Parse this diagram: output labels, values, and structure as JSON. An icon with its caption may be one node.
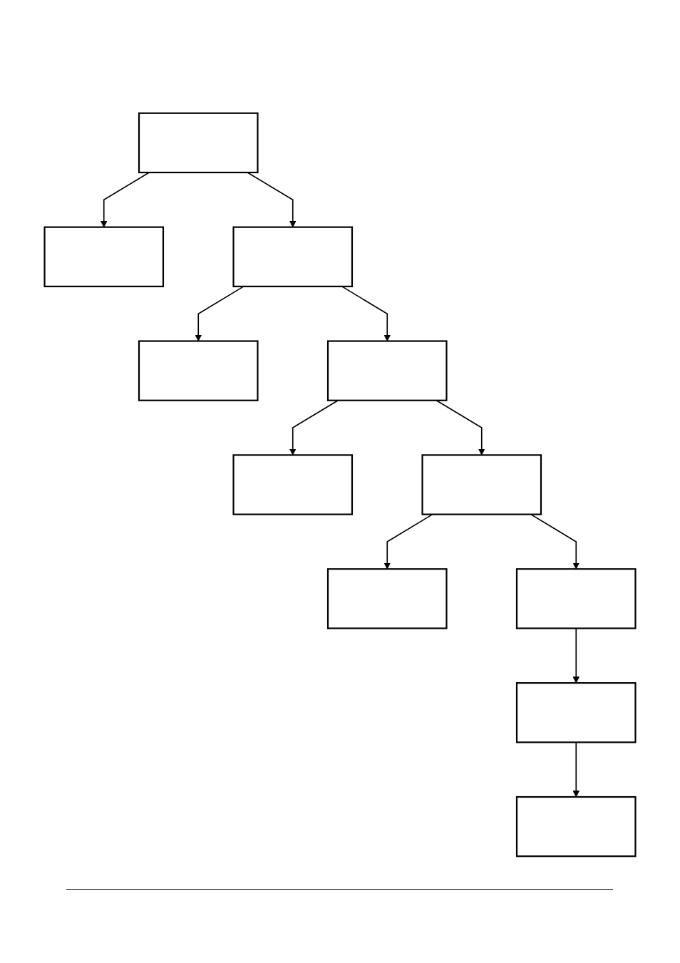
{
  "diagram": {
    "nodes": [
      {
        "text": [],
        "shape": "box"
      },
      {
        "text": [],
        "shape": "box"
      },
      {
        "text": [],
        "shape": "box"
      },
      {
        "text": [],
        "shape": "box"
      },
      {
        "text": [],
        "shape": "box"
      },
      {
        "text": [],
        "shape": "box"
      },
      {
        "text": [],
        "shape": "box"
      },
      {
        "text": [],
        "shape": "box"
      },
      {
        "text": [],
        "shape": "box"
      },
      {
        "text": [],
        "shape": "box"
      },
      {
        "text": [],
        "shape": "box"
      }
    ],
    "edges": [
      {
        "from": 0,
        "to": 1,
        "arrow": "to"
      },
      {
        "from": 0,
        "to": 2,
        "arrow": "to"
      },
      {
        "from": 2,
        "to": 3,
        "arrow": "to"
      },
      {
        "from": 2,
        "to": 4,
        "arrow": "to"
      },
      {
        "from": 4,
        "to": 5,
        "arrow": "to"
      },
      {
        "from": 4,
        "to": 6,
        "arrow": "to"
      },
      {
        "from": 6,
        "to": 7,
        "arrow": "to"
      },
      {
        "from": 6,
        "to": 8,
        "arrow": "to"
      },
      {
        "from": 8,
        "to": 9,
        "arrow": "to"
      },
      {
        "from": 9,
        "to": 10,
        "arrow": "to"
      }
    ]
  }
}
